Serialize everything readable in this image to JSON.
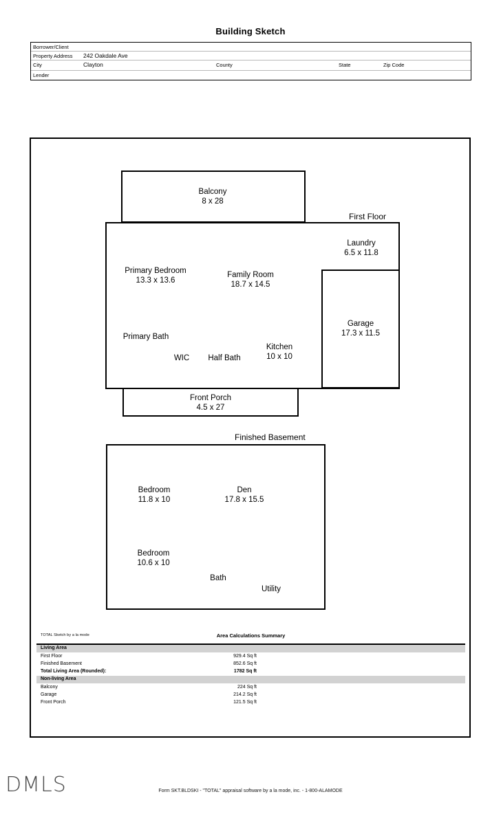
{
  "document": {
    "title": "Building Sketch",
    "form_footer": "Form SKT.BLDSKI - \"TOTAL\" appraisal software by a la mode, inc. - 1-800-ALAMODE",
    "watermark": "DMLS"
  },
  "header_table": {
    "rows": [
      {
        "label": "Borrower/Client",
        "value": ""
      },
      {
        "label": "Property Address",
        "value": "242 Oakdale Ave"
      },
      {
        "label": "City",
        "value": "Clayton",
        "label2": "County",
        "value2": "",
        "label3": "State",
        "value3": "",
        "label4": "Zip Code",
        "value4": ""
      },
      {
        "label": "Lender",
        "value": ""
      }
    ]
  },
  "sketch": {
    "first_floor": {
      "label": "First Floor",
      "rooms": [
        {
          "name": "Balcony",
          "dims": "8 x 28"
        },
        {
          "name": "Laundry",
          "dims": "6.5 x 11.8"
        },
        {
          "name": "Primary Bedroom",
          "dims": "13.3 x 13.6"
        },
        {
          "name": "Family Room",
          "dims": "18.7 x 14.5"
        },
        {
          "name": "Garage",
          "dims": "17.3 x 11.5"
        },
        {
          "name": "Primary Bath",
          "dims": ""
        },
        {
          "name": "WIC",
          "dims": ""
        },
        {
          "name": "Half Bath",
          "dims": ""
        },
        {
          "name": "Kitchen",
          "dims": "10 x 10"
        },
        {
          "name": "Front Porch",
          "dims": "4.5 x 27"
        }
      ]
    },
    "basement": {
      "label": "Finished Basement",
      "rooms": [
        {
          "name": "Bedroom",
          "dims": "11.8 x 10"
        },
        {
          "name": "Den",
          "dims": "17.8 x 15.5"
        },
        {
          "name": "Bedroom",
          "dims": "10.6 x 10"
        },
        {
          "name": "Bath",
          "dims": ""
        },
        {
          "name": "Utility",
          "dims": ""
        }
      ]
    }
  },
  "area_summary": {
    "sketch_by": "TOTAL Sketch by a la mode",
    "title": "Area Calculations Summary",
    "sections": [
      {
        "heading": "Living Area",
        "lines": [
          {
            "name": "First Floor",
            "value": "929.4 Sq ft",
            "bold": false
          },
          {
            "name": "Finished Basement",
            "value": "852.6 Sq ft",
            "bold": false
          },
          {
            "name": "Total Living Area (Rounded):",
            "value": "1782 Sq ft",
            "bold": true
          }
        ]
      },
      {
        "heading": "Non-living Area",
        "lines": [
          {
            "name": "Balcony",
            "value": "224 Sq ft",
            "bold": false
          },
          {
            "name": "Garage",
            "value": "214.2 Sq ft",
            "bold": false
          },
          {
            "name": "Front Porch",
            "value": "121.5 Sq ft",
            "bold": false
          }
        ]
      }
    ]
  }
}
